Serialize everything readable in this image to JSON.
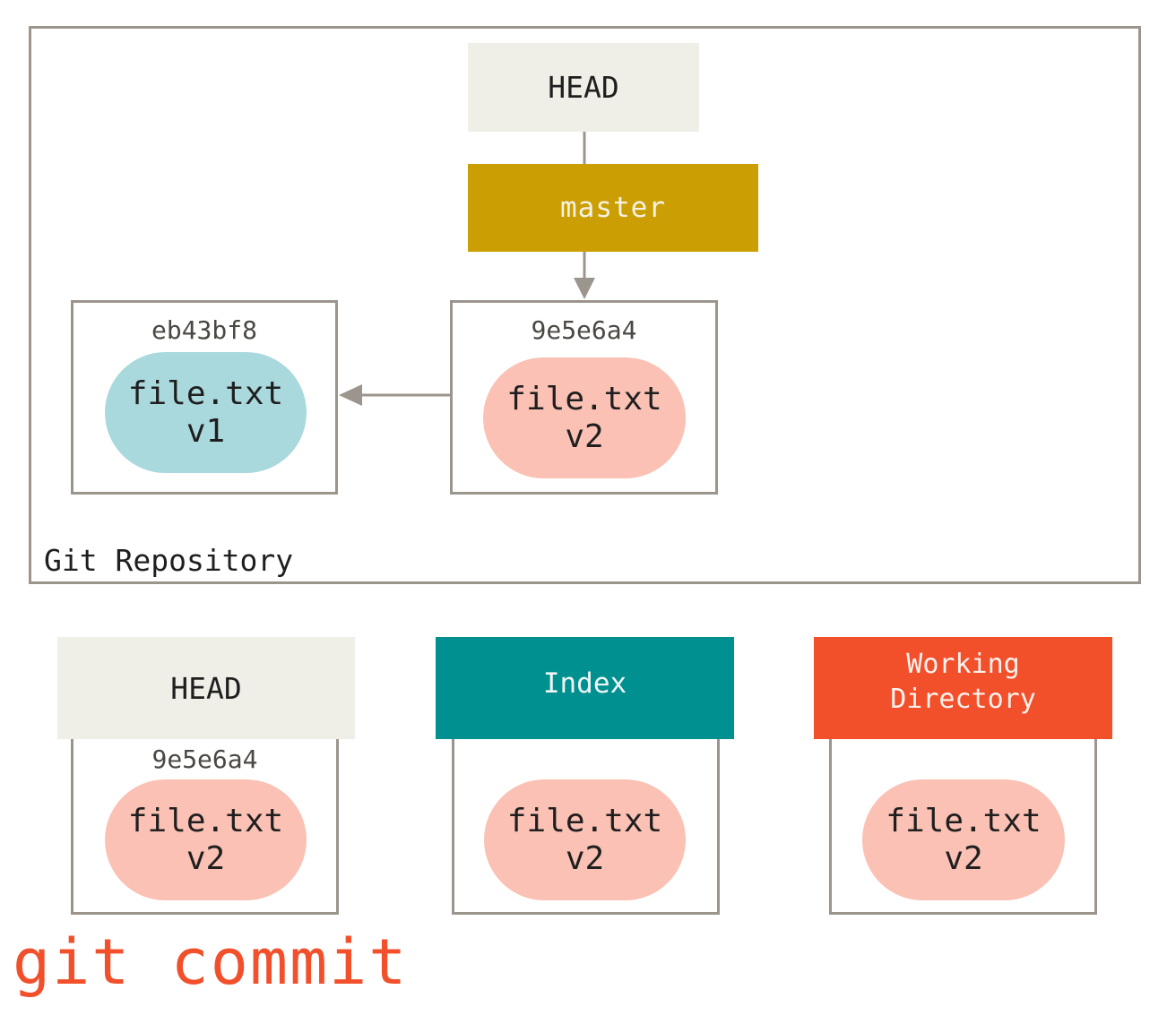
{
  "repository": {
    "label": "Git Repository",
    "head_label": "HEAD",
    "branch_label": "master",
    "commits": [
      {
        "hash": "eb43bf8",
        "file": "file.txt",
        "version": "v1"
      },
      {
        "hash": "9e5e6a4",
        "file": "file.txt",
        "version": "v2"
      }
    ]
  },
  "trees": {
    "head": {
      "title": "HEAD",
      "hash": "9e5e6a4",
      "file": "file.txt",
      "version": "v2"
    },
    "index": {
      "title": "Index",
      "file": "file.txt",
      "version": "v2"
    },
    "working_directory": {
      "title_line1": "Working",
      "title_line2": "Directory",
      "file": "file.txt",
      "version": "v2"
    }
  },
  "command": "git commit",
  "colors": {
    "head": "#efeee7",
    "master": "#cb9f04",
    "index": "#00908f",
    "working_directory": "#f24f2b",
    "blob_v1": "#a9d9dd",
    "blob_v2": "#fac1b4",
    "frame": "#9c958e"
  }
}
